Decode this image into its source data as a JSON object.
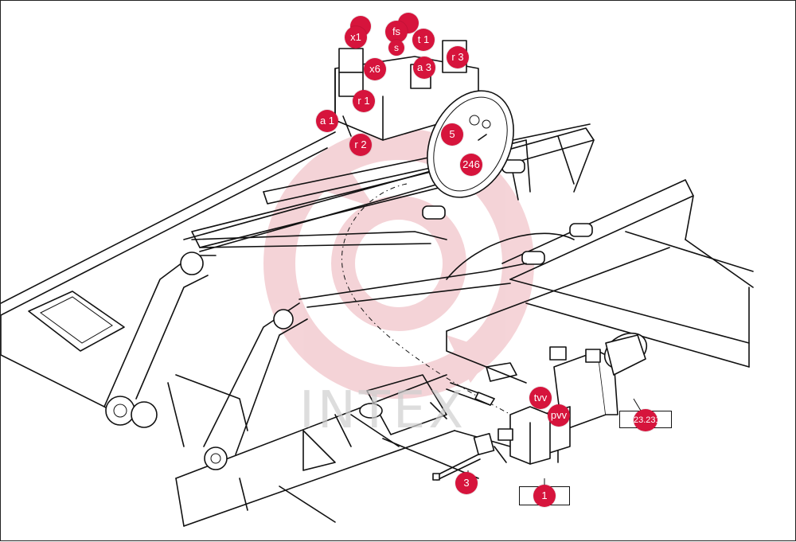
{
  "watermark": {
    "text": "INTEX",
    "color": "#e8b4b8"
  },
  "accent_color": "#d6143c",
  "callouts": [
    {
      "id": "x1",
      "label": "x1"
    },
    {
      "id": "fs",
      "label": "fs"
    },
    {
      "id": "s",
      "label": "s"
    },
    {
      "id": "t1",
      "label": "t 1"
    },
    {
      "id": "r3",
      "label": "r 3"
    },
    {
      "id": "x6",
      "label": "x6"
    },
    {
      "id": "a3",
      "label": "a 3"
    },
    {
      "id": "r1",
      "label": "r 1"
    },
    {
      "id": "a1",
      "label": "a 1"
    },
    {
      "id": "r2",
      "label": "r 2"
    },
    {
      "id": "p5",
      "label": "5"
    },
    {
      "id": "p246",
      "label": "246"
    },
    {
      "id": "tvv",
      "label": "tvv"
    },
    {
      "id": "pvv",
      "label": "pvv"
    },
    {
      "id": "p23231",
      "label": "23.231"
    },
    {
      "id": "p3",
      "label": "3"
    },
    {
      "id": "p1",
      "label": "1"
    }
  ]
}
